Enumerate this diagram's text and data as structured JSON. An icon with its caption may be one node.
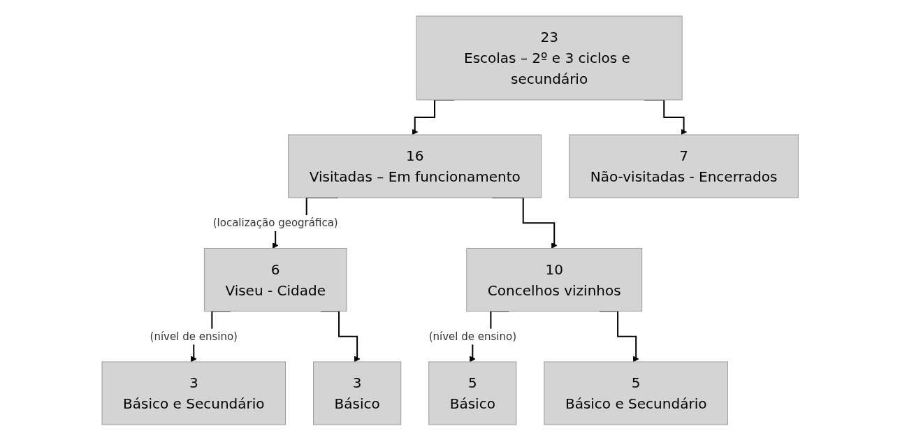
{
  "diagram": {
    "nodes": [
      {
        "text": [
          "23",
          "Escolas – 2º e 3 ciclos e secundário"
        ]
      },
      {
        "text": [
          "16",
          "Visitadas – Em funcionamento"
        ]
      },
      {
        "text": [
          "7",
          "Não-visitadas - Encerrados"
        ]
      },
      {
        "text": [
          "6",
          "Viseu - Cidade"
        ]
      },
      {
        "text": [
          "10",
          "Concelhos vizinhos"
        ]
      },
      {
        "text": [
          "3",
          "Básico e Secundário"
        ]
      },
      {
        "text": [
          "3",
          "Básico"
        ]
      },
      {
        "text": [
          "5",
          "Básico"
        ]
      },
      {
        "text": [
          "5",
          "Básico e Secundário"
        ]
      }
    ],
    "edges": [
      {
        "from": 0,
        "to": 1,
        "arrow": "to"
      },
      {
        "from": 0,
        "to": 2,
        "arrow": "to"
      },
      {
        "from": 1,
        "to": 3,
        "arrow": "to",
        "label": "(localização geográfica)"
      },
      {
        "from": 1,
        "to": 4,
        "arrow": "to"
      },
      {
        "from": 3,
        "to": 5,
        "arrow": "to",
        "label": "(nível de ensino)"
      },
      {
        "from": 3,
        "to": 6,
        "arrow": "to"
      },
      {
        "from": 4,
        "to": 7,
        "arrow": "to",
        "label": "(nível de ensino)"
      },
      {
        "from": 4,
        "to": 8,
        "arrow": "to"
      }
    ]
  }
}
